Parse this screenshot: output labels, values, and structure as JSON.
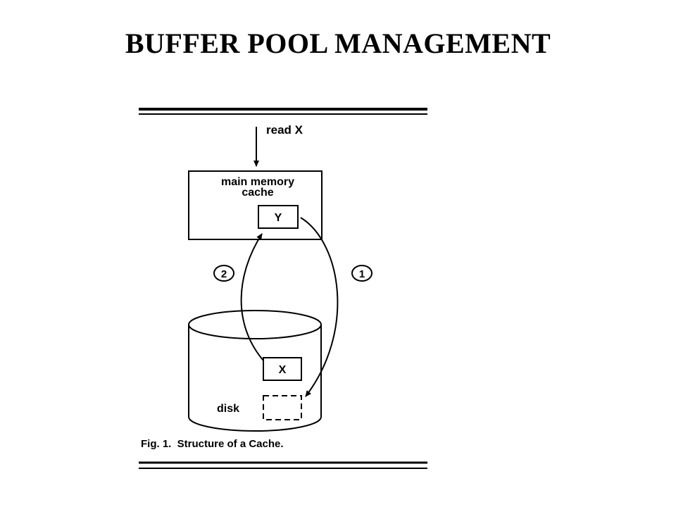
{
  "slide": {
    "title": "BUFFER POOL MANAGEMENT"
  },
  "figure": {
    "request_label": "read X",
    "cache_label_line1": "main memory",
    "cache_label_line2": "cache",
    "cache_block_label": "Y",
    "disk_block_label": "X",
    "disk_label": "disk",
    "step_1_label": "1",
    "step_2_label": "2",
    "caption": "Fig. 1.  Structure of a Cache."
  }
}
